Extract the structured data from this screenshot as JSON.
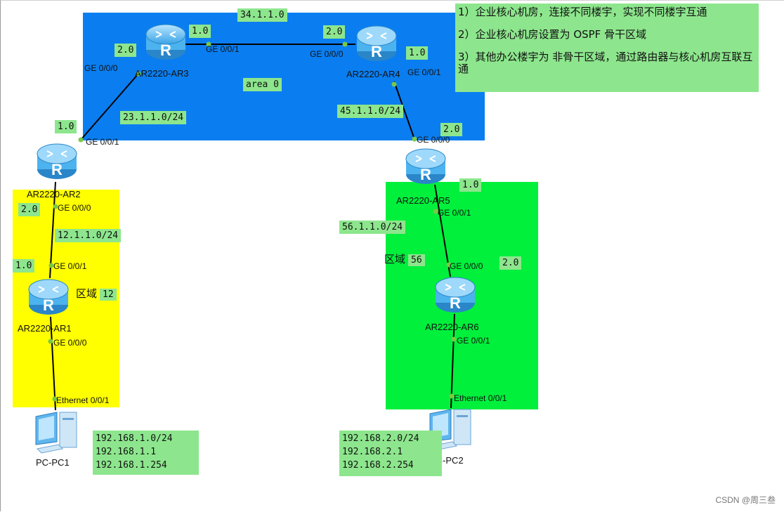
{
  "colors": {
    "backbone_area": "#0a7ef0",
    "area12": "#ffff00",
    "area56": "#00f03c",
    "label_bg": "#8de68d",
    "link": "#000000",
    "port_dot": "#7ac943"
  },
  "notes": [
    "1）企业核心机房，连接不同楼宇，实现不同楼宇互通",
    "2）企业核心机房设置为 OSPF 骨干区域",
    "3）其他办公楼宇为 非骨干区域，通过路由器与核心机房互联互通"
  ],
  "areas": {
    "backbone": "area 0",
    "left_prefix": "区域",
    "left_num": "12",
    "right_prefix": "区域",
    "right_num": "56"
  },
  "routers": {
    "ar1": "AR2220-AR1",
    "ar2": "AR2220-AR2",
    "ar3": "AR2220-AR3",
    "ar4": "AR2220-AR4",
    "ar5": "AR2220-AR5",
    "ar6": "AR2220-AR6"
  },
  "pcs": {
    "pc1": "PC-PC1",
    "pc2": "PC-PC2"
  },
  "networks": {
    "n34": "34.1.1.0",
    "n23": "23.1.1.0/24",
    "n45": "45.1.1.0/24",
    "n12": "12.1.1.0/24",
    "n56": "56.1.1.0/24"
  },
  "hosts": {
    "pc1": [
      "192.168.1.0/24",
      "192.168.1.1",
      "192.168.1.254"
    ],
    "pc2": [
      "192.168.2.0/24",
      "192.168.2.1",
      "192.168.2.254"
    ]
  },
  "ports": {
    "ar3_g001": "GE 0/0/1",
    "ar3_g000": "GE 0/0/0",
    "ar4_g000": "GE 0/0/0",
    "ar4_g001": "GE 0/0/1",
    "ar2_g001": "GE 0/0/1",
    "ar2_g000": "GE 0/0/0",
    "ar1_g001": "GE 0/0/1",
    "ar1_g000": "GE 0/0/0",
    "ar1_eth": "Ethernet 0/0/1",
    "ar5_g000": "GE 0/0/0",
    "ar5_g001": "GE 0/0/1",
    "ar6_g000": "GE 0/0/0",
    "ar6_g001": "GE 0/0/1",
    "ar6_eth": "Ethernet 0/0/1"
  },
  "host_ids": {
    "ar3_a": "1.0",
    "ar3_b": "2.0",
    "ar4_a": "2.0",
    "ar4_b": "1.0",
    "ar2_a": "1.0",
    "ar2_b": "2.0",
    "ar1_a": "1.0",
    "ar5_a": "2.0",
    "ar5_b": "1.0",
    "ar6_a": "2.0"
  },
  "watermark": "CSDN @周三叁"
}
